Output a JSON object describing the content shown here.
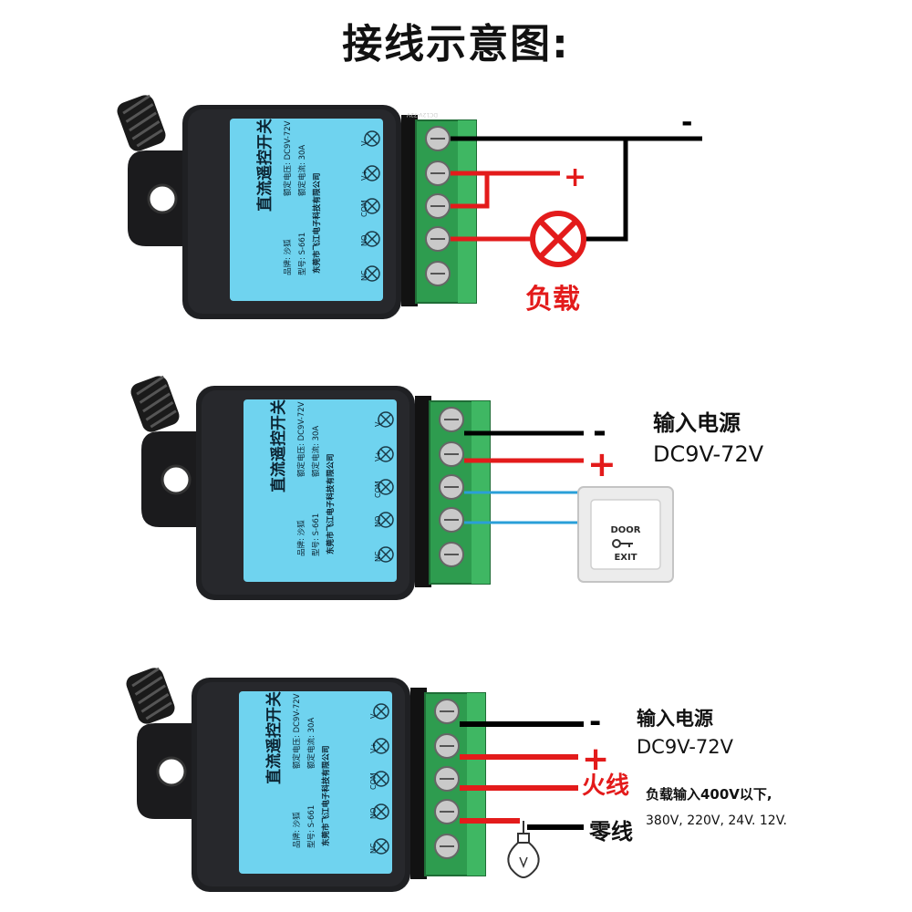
{
  "title": "接线示意图:",
  "module": {
    "product_title": "直流遥控开关",
    "brand": "品牌: 沙狐",
    "model": "型号: S-661",
    "rated_voltage": "额定电压: DC9V-72V",
    "rated_current": "额定电流: 30A",
    "company": "东莞市飞江电子科技有限公司",
    "terminals": [
      "V-",
      "V+",
      "COM",
      "NO",
      "NC"
    ],
    "side_code": "DC12V-72V"
  },
  "diagram1": {
    "minus": "-",
    "plus": "+",
    "load_label": "负载"
  },
  "diagram2": {
    "minus": "-",
    "plus": "+",
    "power_title": "输入电源",
    "power_range": "DC9V-72V",
    "door_top": "DOOR",
    "door_bottom": "EXIT"
  },
  "diagram3": {
    "minus": "-",
    "plus": "+",
    "power_title": "输入电源",
    "power_range": "DC9V-72V",
    "live": "火线",
    "neutral": "零线",
    "load_note_1": "负载输入400V以下,",
    "load_note_2": "380V, 220V, 24V. 12V."
  },
  "colors": {
    "wire_black": "#000000",
    "wire_red": "#e31b1b",
    "wire_blue": "#2a9fd8",
    "label_red": "#e31b1b",
    "module_case": "#1f2023",
    "label_panel": "#6fd3ef",
    "terminal_green": "#2e9c4f"
  }
}
